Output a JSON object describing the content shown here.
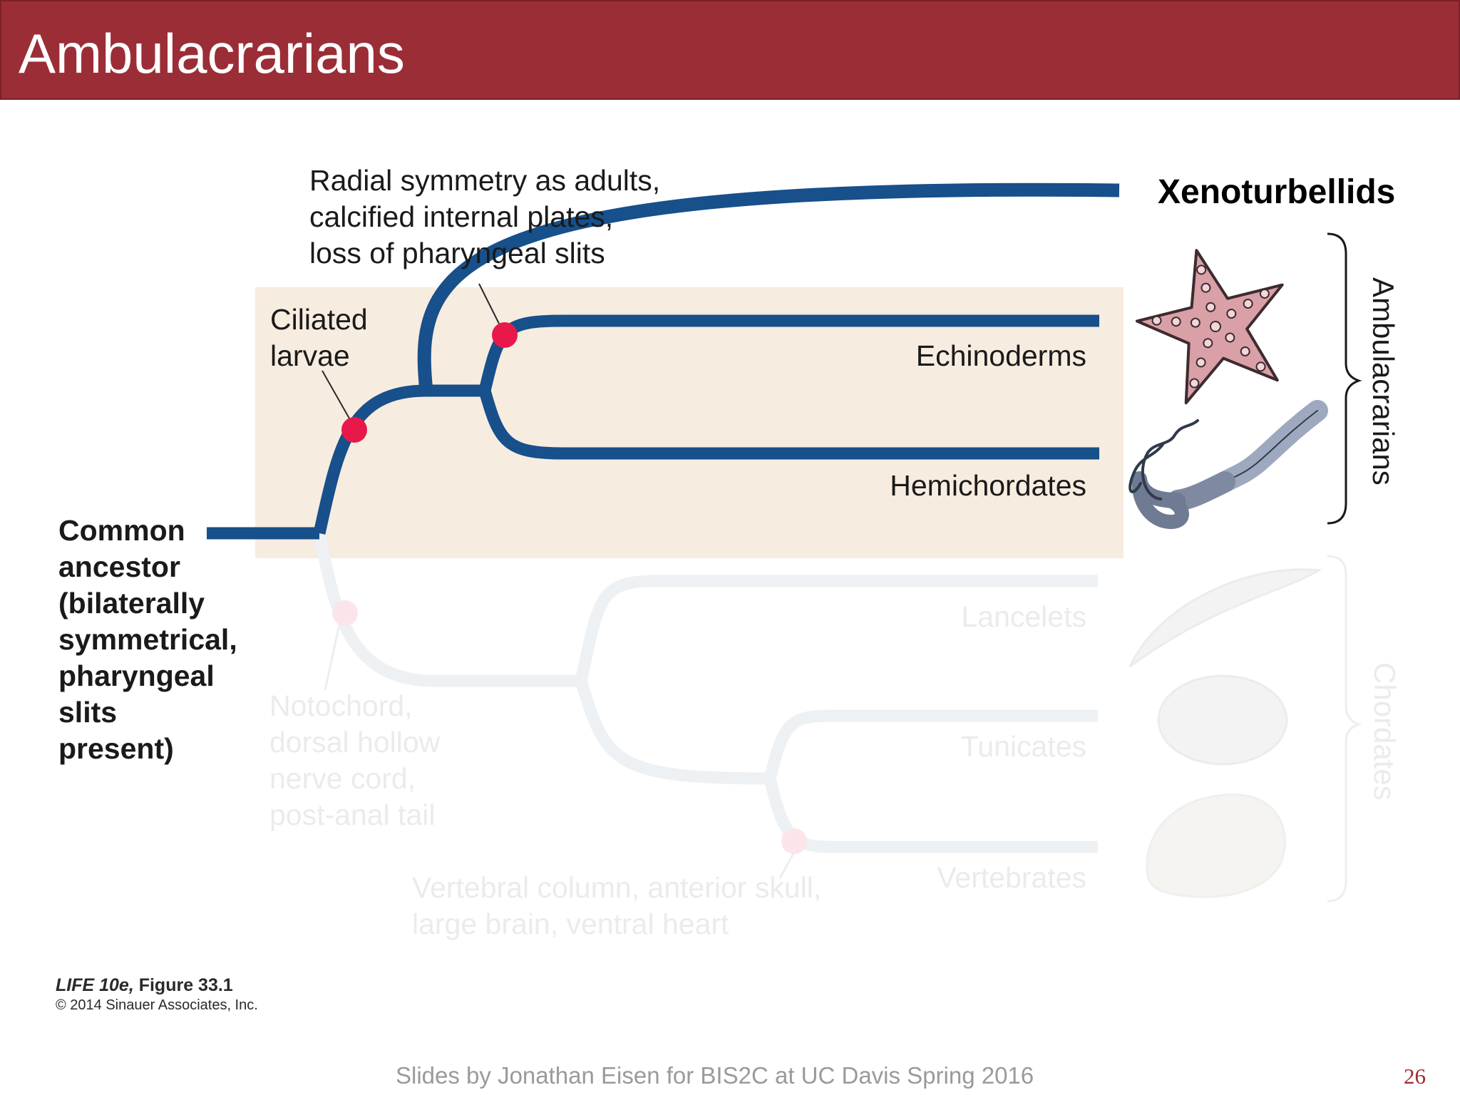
{
  "slide": {
    "title": "Ambulacrarians",
    "footer": "Slides by Jonathan Eisen for BIS2C at UC Davis Spring 2016",
    "page_number": "26"
  },
  "tree": {
    "common_ancestor": "Common\nancestor\n(bilaterally\nsymmetrical,\npharyngeal\nslits\npresent)",
    "ciliated_larvae": "Ciliated\nlarvae",
    "radial_symmetry": "Radial symmetry as adults,\ncalcified internal plates,\nloss of pharyngeal slits",
    "notochord": "Notochord,\ndorsal hollow\nnerve cord,\npost-anal tail",
    "vertebral": "Vertebral column, anterior skull,\nlarge brain, ventral heart",
    "taxa": {
      "xenoturbellids": "Xenoturbellids",
      "echinoderms": "Echinoderms",
      "hemichordates": "Hemichordates",
      "lancelets": "Lancelets",
      "tunicates": "Tunicates",
      "vertebrates": "Vertebrates"
    },
    "groups": {
      "ambulacrarians": "Ambulacrarians",
      "chordates": "Chordates"
    }
  },
  "credit": {
    "book": "LIFE 10e,",
    "figure": " Figure 33.1",
    "copyright": "© 2014 Sinauer Associates, Inc."
  },
  "colors": {
    "header": "#9b2d36",
    "branch": "#17508a",
    "highlight": "#f7ece0",
    "synapomorphy": "#e8194a",
    "faded": "#ebebeb"
  }
}
